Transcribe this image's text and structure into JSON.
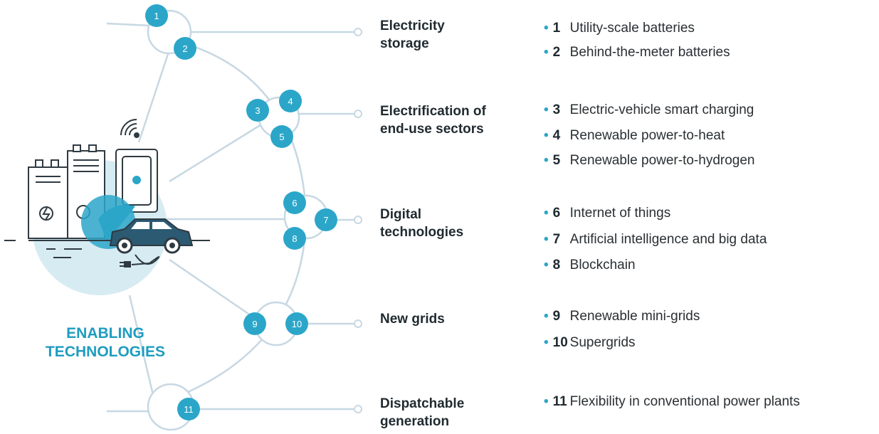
{
  "center": {
    "title_line1": "ENABLING",
    "title_line2": "TECHNOLOGIES"
  },
  "colors": {
    "accent": "#2ba6c9",
    "line": "#c7d8e3",
    "circle_fill": "#d7ebf2",
    "dark": "#1f2a30"
  },
  "icons": [
    "battery-icon",
    "tall-battery-icon",
    "smart-meter-icon",
    "wifi-icon",
    "electric-car-icon",
    "plug-icon"
  ],
  "categories": [
    {
      "title": [
        "Electricity",
        "storage"
      ],
      "items": [
        {
          "num": "1",
          "label": "Utility-scale batteries"
        },
        {
          "num": "2",
          "label": "Behind-the-meter batteries"
        }
      ]
    },
    {
      "title": [
        "Electrification of",
        "end-use sectors"
      ],
      "items": [
        {
          "num": "3",
          "label": "Electric-vehicle smart charging"
        },
        {
          "num": "4",
          "label": "Renewable power-to-heat"
        },
        {
          "num": "5",
          "label": "Renewable power-to-hydrogen"
        }
      ]
    },
    {
      "title": [
        "Digital",
        "technologies"
      ],
      "items": [
        {
          "num": "6",
          "label": "Internet of things"
        },
        {
          "num": "7",
          "label": "Artificial intelligence and big data"
        },
        {
          "num": "8",
          "label": "Blockchain"
        }
      ]
    },
    {
      "title": [
        "New grids"
      ],
      "items": [
        {
          "num": "9",
          "label": "Renewable mini-grids"
        },
        {
          "num": "10",
          "label": "Supergrids"
        }
      ]
    },
    {
      "title": [
        "Dispatchable",
        "generation"
      ],
      "items": [
        {
          "num": "11",
          "label": "Flexibility in conventional power plants"
        }
      ]
    }
  ]
}
